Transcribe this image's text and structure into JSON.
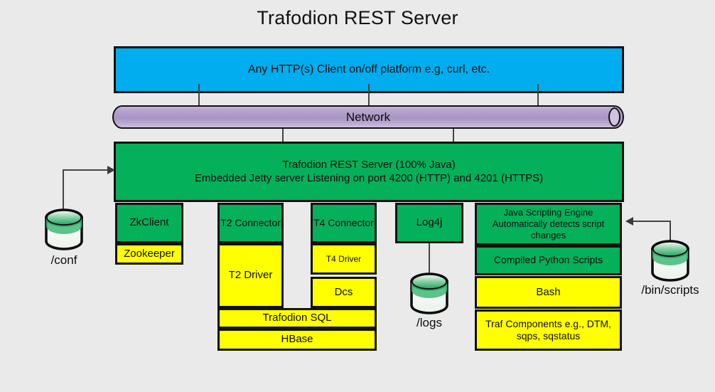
{
  "diagram": {
    "title": "Trafodion REST Server",
    "client_box": {
      "label": "Any HTTP(s) Client on/off platform e.g, curl, etc.",
      "color": "#01ADEE"
    },
    "network": {
      "label": "Network",
      "color": "#AF9BC8"
    },
    "server_box": {
      "line1": "Trafodion REST Server (100% Java)",
      "line2": "Embedded Jetty server Listening on port 4200 (HTTP) and 4201 (HTTPS)",
      "color": "#05B05A"
    },
    "columns": [
      {
        "name": "zkclient-column",
        "blocks": [
          {
            "label": "ZkClient",
            "fill": "green",
            "font": 15
          },
          {
            "label": "Zookeeper",
            "fill": "yellow",
            "font": 15
          }
        ]
      },
      {
        "name": "t2-column",
        "blocks": [
          {
            "label": "T2 Connector",
            "fill": "green",
            "font": 14
          },
          {
            "label": "T2 Driver",
            "fill": "yellow",
            "font": 15
          }
        ]
      },
      {
        "name": "t4-column",
        "blocks": [
          {
            "label": "T4 Connector",
            "fill": "green",
            "font": 14
          },
          {
            "label": "T4 Driver",
            "fill": "yellow",
            "font": 12
          },
          {
            "label": "Dcs",
            "fill": "yellow",
            "font": 15
          }
        ]
      },
      {
        "name": "log4j-column",
        "blocks": [
          {
            "label": "Log4j",
            "fill": "green",
            "font": 15
          }
        ]
      },
      {
        "name": "scripting-column",
        "blocks": [
          {
            "label": "Java Scripting Engine Automatically detects script changes",
            "fill": "green",
            "font": 13
          },
          {
            "label": "Compiled Python Scripts",
            "fill": "green",
            "font": 14
          },
          {
            "label": "Bash",
            "fill": "yellow",
            "font": 15
          },
          {
            "label": "Traf Components e.g., DTM, sqps, sqstatus",
            "fill": "yellow",
            "font": 14
          }
        ]
      }
    ],
    "shared_stack": [
      {
        "label": "Trafodion SQL",
        "fill": "yellow",
        "font": 15
      },
      {
        "label": "HBase",
        "fill": "yellow",
        "font": 15
      }
    ],
    "storage": [
      {
        "name": "conf-store",
        "label": "/conf"
      },
      {
        "name": "logs-store",
        "label": "/logs"
      },
      {
        "name": "bin-scripts-store",
        "label": "/bin/scripts"
      }
    ],
    "colors": {
      "background": "#eaeaea",
      "blue": "#01ADEE",
      "green": "#05B05A",
      "yellow": "#FFFF00",
      "purple": "#AF9BC8",
      "stroke": "#121212"
    }
  }
}
